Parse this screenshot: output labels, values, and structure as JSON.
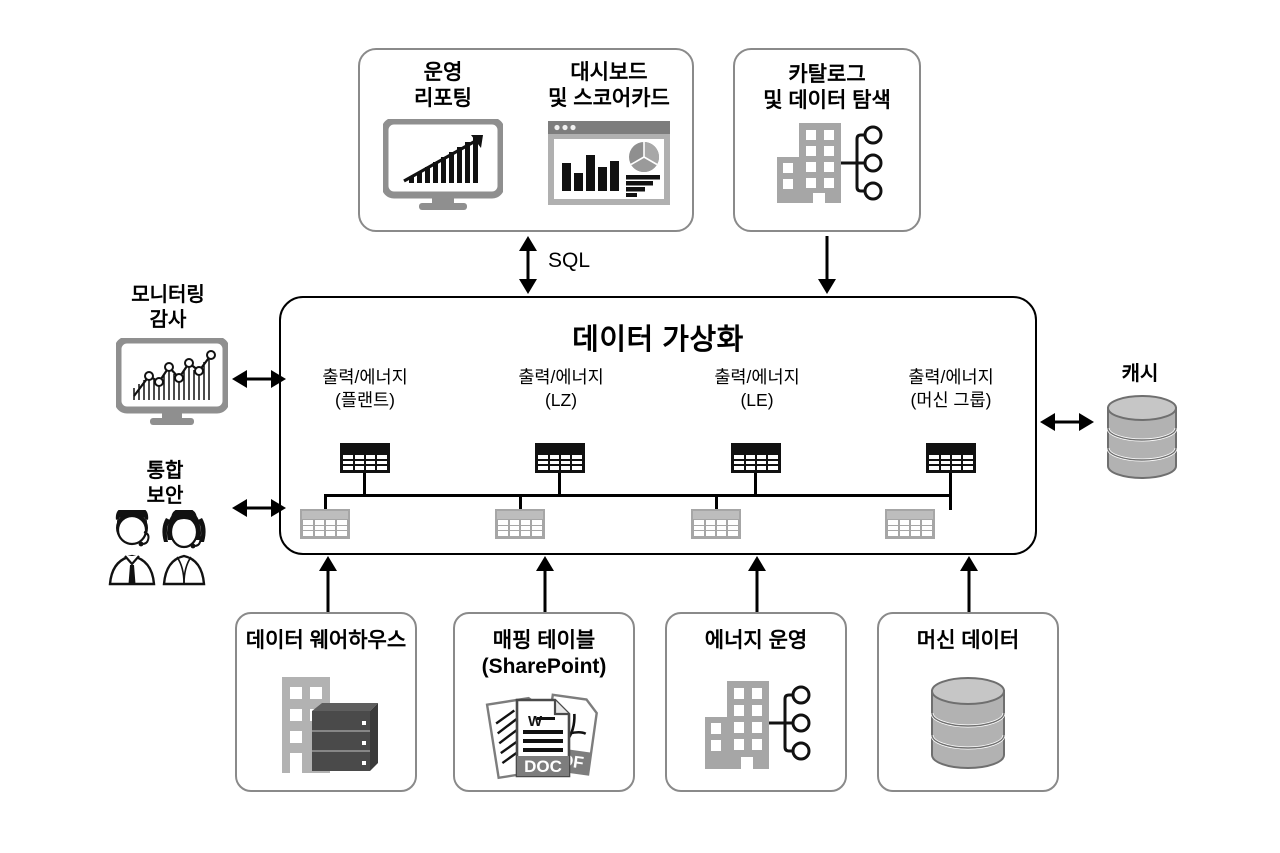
{
  "diagram": {
    "title": "데이터 가상화",
    "sql_label": "SQL"
  },
  "consumers": {
    "reporting_box": {
      "items": [
        {
          "label": "운영\n리포팅",
          "icon": "monitor-bar-chart-icon"
        },
        {
          "label": "대시보드\n및 스코어카드",
          "icon": "dashboard-window-icon"
        }
      ]
    },
    "catalog_box": {
      "label": "카탈로그\n및 데이터 탐색",
      "icon": "building-network-icon"
    }
  },
  "core": {
    "title": "데이터 가상화",
    "views": [
      {
        "label": "출력/에너지\n(플랜트)",
        "icon": "black-table-icon"
      },
      {
        "label": "출력/에너지\n(LZ)",
        "icon": "black-table-icon"
      },
      {
        "label": "출력/에너지\n(LE)",
        "icon": "black-table-icon"
      },
      {
        "label": "출력/에너지\n(머신 그룹)",
        "icon": "black-table-icon"
      }
    ],
    "base_tables": [
      {
        "icon": "grey-table-icon"
      },
      {
        "icon": "grey-table-icon"
      },
      {
        "icon": "grey-table-icon"
      },
      {
        "icon": "grey-table-icon"
      }
    ]
  },
  "left_panel": {
    "monitoring": {
      "label": "모니터링\n감사",
      "icon": "monitor-line-chart-icon"
    },
    "security": {
      "label": "통합\n보안",
      "icon": "support-agents-icon"
    }
  },
  "right_panel": {
    "cache": {
      "label": "캐시",
      "icon": "database-cylinder-icon"
    }
  },
  "sources": [
    {
      "label": "데이터 웨어하우스",
      "icon": "building-server-icon"
    },
    {
      "label": "매핑 테이블\n(SharePoint)",
      "icon": "documents-doc-pdf-icon",
      "badges": [
        "DOC",
        "PDF"
      ],
      "doc_mark": "W"
    },
    {
      "label": "에너지 운영",
      "icon": "building-network-icon"
    },
    {
      "label": "머신 데이터",
      "icon": "database-cylinder-icon"
    }
  ],
  "colors": {
    "border_gray": "#8a8a8a",
    "border_black": "#000000",
    "icon_gray": "#a6a6a6",
    "icon_dark": "#3d3d3d",
    "background": "#ffffff"
  }
}
